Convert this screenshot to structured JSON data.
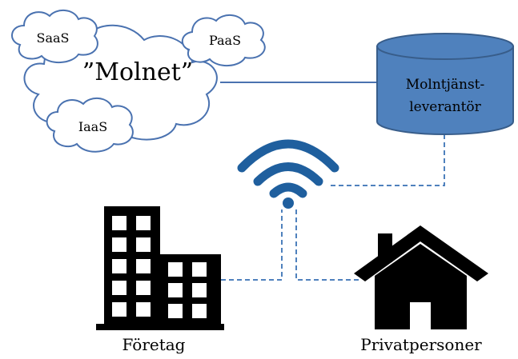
{
  "cloud": {
    "main_label": "”Molnet”",
    "saas_label": "SaaS",
    "paas_label": "PaaS",
    "iaas_label": "IaaS"
  },
  "provider": {
    "line1": "Molntjänst-",
    "line2": "leverantör"
  },
  "nodes": {
    "company_label": "Företag",
    "private_label": "Privatpersoner"
  },
  "colors": {
    "cloud_stroke": "#4a72b0",
    "cylinder_fill": "#4f81bd",
    "cylinder_stroke": "#385d8a",
    "wifi": "#1f5f9e",
    "connector": "#4f81bd",
    "icon_black": "#000000"
  }
}
